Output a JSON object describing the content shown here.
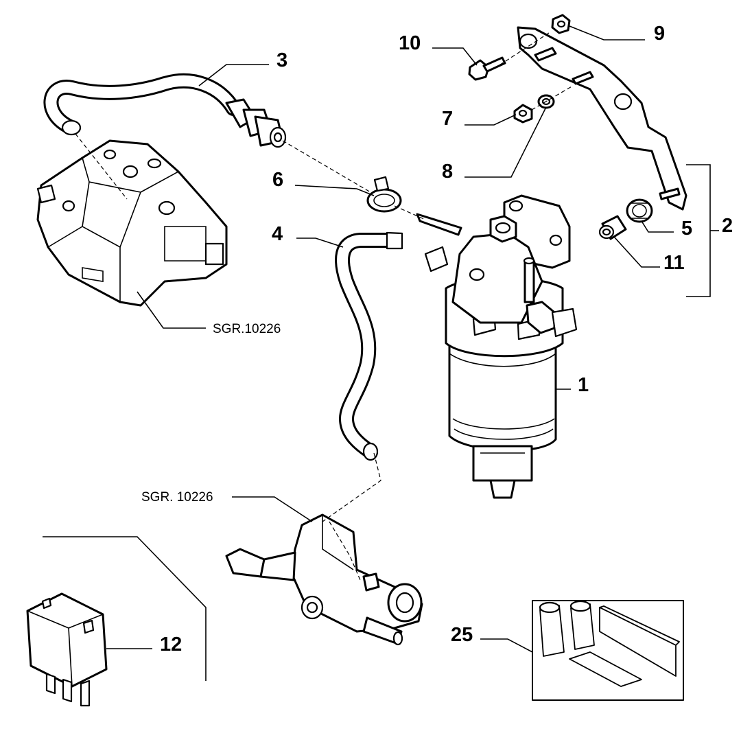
{
  "labels": {
    "c1": "1",
    "c2": "2",
    "c3": "3",
    "c4": "4",
    "c5": "5",
    "c6": "6",
    "c7": "7",
    "c8": "8",
    "c9": "9",
    "c10": "10",
    "c11": "11",
    "c12": "12",
    "c25": "25",
    "ref_pump": "SGR.10226",
    "ref_manifold": "SGR. 10226"
  }
}
